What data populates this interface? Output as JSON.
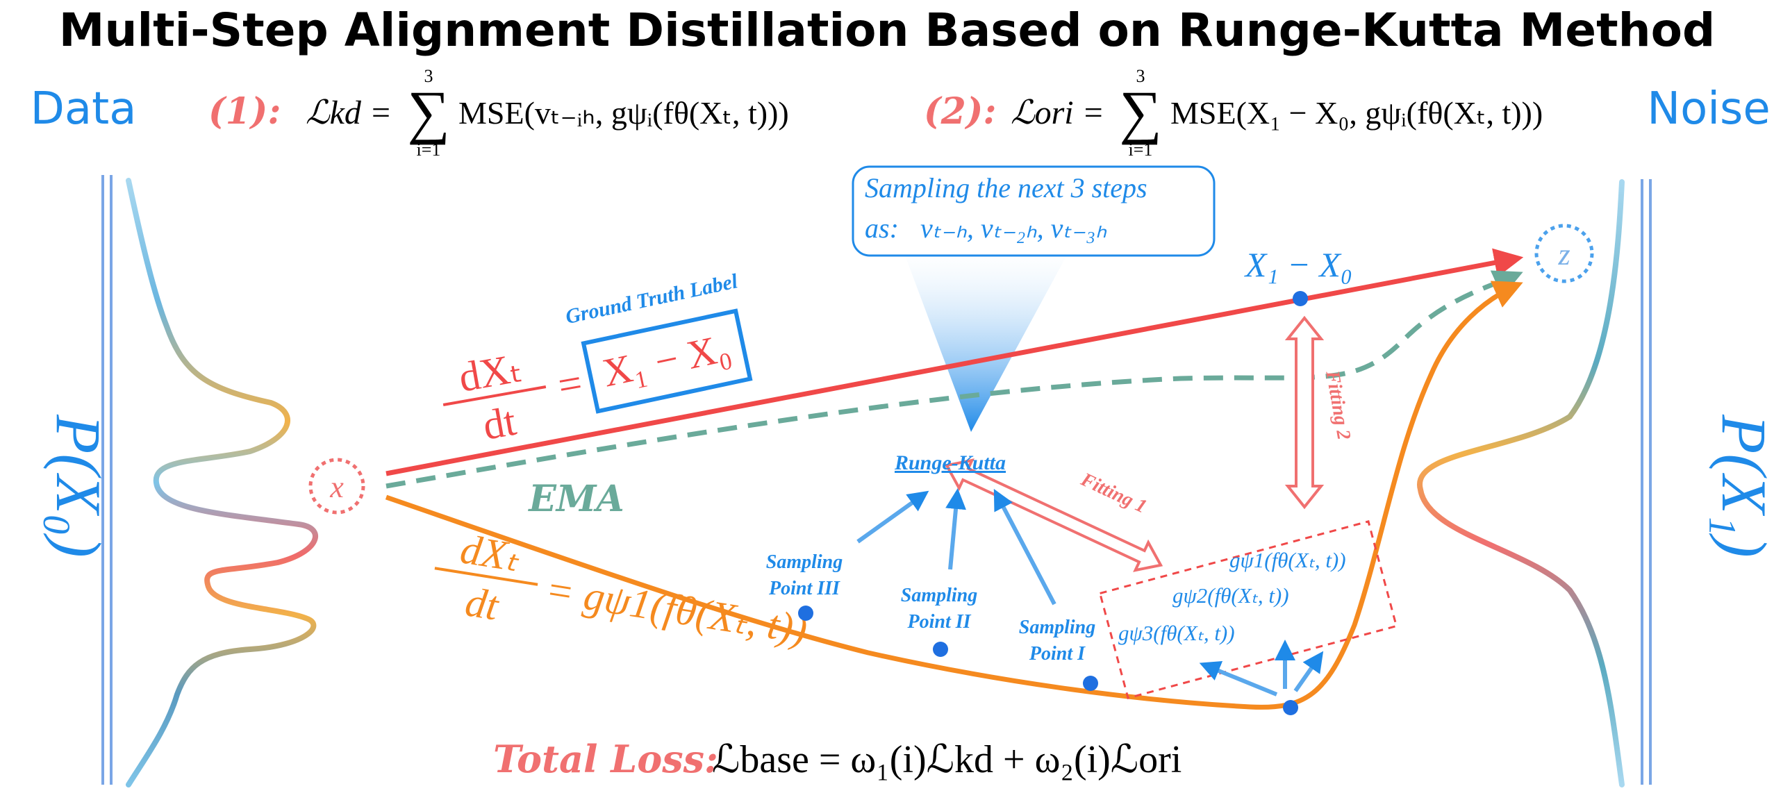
{
  "title": "Multi-Step Alignment Distillation Based on Runge-Kutta Method",
  "data_label": "Data",
  "noise_label": "Noise",
  "px0_label": "P(X₀)",
  "px1_label": "P(X₁)",
  "eq1_tag": "(1):",
  "eq1_lhs": "ℒkd =",
  "eq1_body": "MSE(vₜ₋ᵢₕ, gψᵢ(fθ(Xₜ, t)))",
  "eq2_tag": "(2):",
  "eq2_lhs": "ℒori =",
  "eq2_body": "MSE(X₁ − X₀, gψᵢ(fθ(Xₜ, t)))",
  "sum_top": "3",
  "sum_bottom": "i=1",
  "sampling_box": {
    "line1": "Sampling the next 3 steps",
    "line2_prefix": "as:",
    "line2_vars": "vₜ₋ₕ,  vₜ₋₂ₕ,  vₜ₋₃ₕ"
  },
  "x_point": "x",
  "z_point": "z",
  "target_label": "X₁ − X₀",
  "gt_label": "Ground Truth Label",
  "gt_box": "X₁ − X₀",
  "red_frac_num": "dXₜ",
  "red_frac_den": "dt",
  "red_eq": "=",
  "ema_label": "EMA",
  "orange_frac_num": "dXₜ",
  "orange_frac_den": "dt",
  "orange_eq": "= gψ1(fθ(Xₜ, t))",
  "runge_kutta": "Runge-Kutta",
  "fitting1": "Fitting 1",
  "fitting2": "Fitting 2",
  "sampling_points": [
    {
      "line1": "Sampling",
      "line2": "Point III"
    },
    {
      "line1": "Sampling",
      "line2": "Point II"
    },
    {
      "line1": "Sampling",
      "line2": "Point I"
    }
  ],
  "g_terms": [
    "gψ1(fθ(Xₜ, t))",
    "gψ2(fθ(Xₜ, t))",
    "gψ3(fθ(Xₜ, t))"
  ],
  "total_loss_label": "Total Loss:",
  "total_loss_eq": "ℒbase = ω₁(i)ℒkd + ω₂(i)ℒori",
  "colors": {
    "blue": "#1f8ae8",
    "red": "#f04848",
    "orange": "#f58a1f",
    "green": "#6aaa9a",
    "pink": "#f07070",
    "point": "#1f6fe0"
  }
}
